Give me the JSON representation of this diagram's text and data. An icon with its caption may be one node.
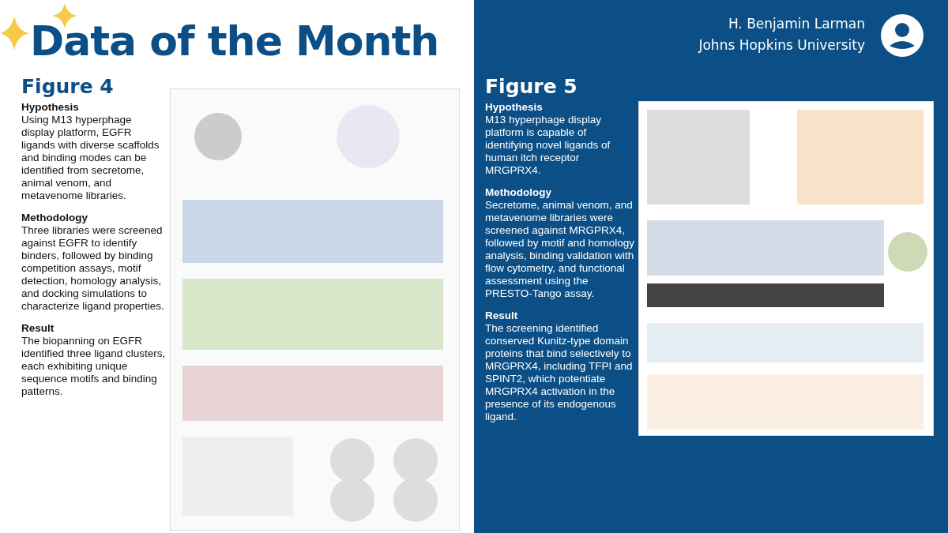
{
  "diagram": {
    "title": "Data of the Month",
    "labels": [
      "H. Benjamin Larman",
      "Johns Hopkins University",
      "Figure 4",
      "Hypothesis",
      "Using M13 hyperphage display platform, EGFR ligands with diverse scaffolds and binding modes can be identified from secretome, animal venom, and metavenome libraries.",
      "Methodology",
      "Three libraries were screened against EGFR to identify binders, followed by binding competition assays, motif detection, homology analysis, and docking simulations to characterize ligand properties.",
      "Result",
      "The biopanning on EGFR identified three ligand clusters, each exhibiting unique sequence motifs and binding patterns.",
      "Figure 5",
      "Hypothesis",
      "M13 hyperphage display platform is capable of identifying novel ligands of human itch receptor MRGPRX4.",
      "Methodology",
      "Secretome, animal venom, and metavenome libraries were screened against MRGPRX4, followed by motif and homology analysis, binding validation with flow cytometry, and functional assessment using the PRESTO-Tango assay.",
      "Result",
      "The screening identified conserved Kunitz-type domain proteins that bind selectively to MRGPRX4, including TFPI and SPINT2, which potentiate MRGPRX4 activation in the presence of its endogenous ligand."
    ]
  }
}
